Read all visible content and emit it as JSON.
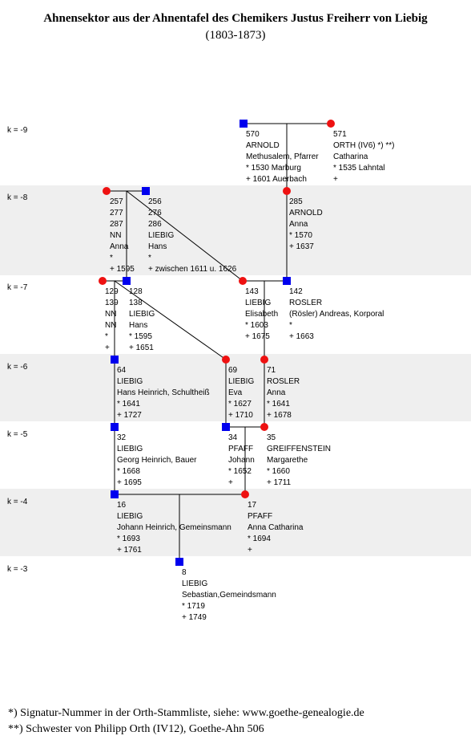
{
  "title": "Ahnensektor aus der Ahnentafel des Chemikers Justus Freiherr von Liebig",
  "subtitle": "(1803-1873)",
  "colors": {
    "male": "#0000ee",
    "female": "#ee1111",
    "band": "#efefef"
  },
  "generations": [
    "k = -9",
    "k = -8",
    "k = -7",
    "k = -6",
    "k = -5",
    "k = -4",
    "k = -3"
  ],
  "persons": {
    "p570": [
      "570",
      "ARNOLD",
      "Methusalem, Pfarrer",
      "* 1530 Marburg",
      "+ 1601 Auerbach"
    ],
    "p571": [
      "571",
      "ORTH (IV6) *) **)",
      "Catharina",
      "* 1535 Lahntal",
      "+"
    ],
    "p257": [
      "257",
      "277",
      "287",
      "NN",
      "Anna",
      "*",
      "+ 1595"
    ],
    "p256": [
      "256",
      "276",
      "286",
      "LIEBIG",
      "Hans",
      "*",
      "+ zwischen 1611 u. 1626"
    ],
    "p285": [
      "285",
      "ARNOLD",
      "Anna",
      "* 1570",
      "+ 1637"
    ],
    "p129": [
      "129",
      "139",
      "NN",
      "NN",
      "*",
      "+"
    ],
    "p128": [
      "128",
      "138",
      "LIEBIG",
      "Hans",
      "* 1595",
      "+ 1651"
    ],
    "p143": [
      "143",
      "LIEBIG",
      "Elisabeth",
      "* 1603",
      "+ 1675"
    ],
    "p142": [
      "142",
      "ROSLER",
      "(Rösler) Andreas, Korporal",
      "*",
      "+ 1663"
    ],
    "p64": [
      "64",
      "LIEBIG",
      "Hans Heinrich, Schultheiß",
      "* 1641",
      "+ 1727"
    ],
    "p69": [
      "69",
      "LIEBIG",
      "Eva",
      "* 1627",
      "+ 1710"
    ],
    "p71": [
      "71",
      "ROSLER",
      "Anna",
      "* 1641",
      "+ 1678"
    ],
    "p32": [
      "32",
      "LIEBIG",
      "Georg Heinrich, Bauer",
      "* 1668",
      "+ 1695"
    ],
    "p34": [
      "34",
      "PFAFF",
      "Johann",
      "* 1652",
      "+"
    ],
    "p35": [
      "35",
      "GREIFFENSTEIN",
      "Margarethe",
      "* 1660",
      "+ 1711"
    ],
    "p16": [
      "16",
      "LIEBIG",
      "Johann Heinrich, Gemeinsmann",
      "* 1693",
      "+ 1761"
    ],
    "p17": [
      "17",
      "PFAFF",
      "Anna Catharina",
      "* 1694",
      "+"
    ],
    "p8": [
      "8",
      "LIEBIG",
      "Sebastian,Gemeindsmann",
      "* 1719",
      "+ 1749"
    ]
  },
  "footnotes": [
    "*) Signatur-Nummer in der Orth-Stammliste, siehe: www.goethe-genealogie.de",
    "**) Schwester von Philipp Orth (IV12), Goethe-Ahn 506"
  ]
}
